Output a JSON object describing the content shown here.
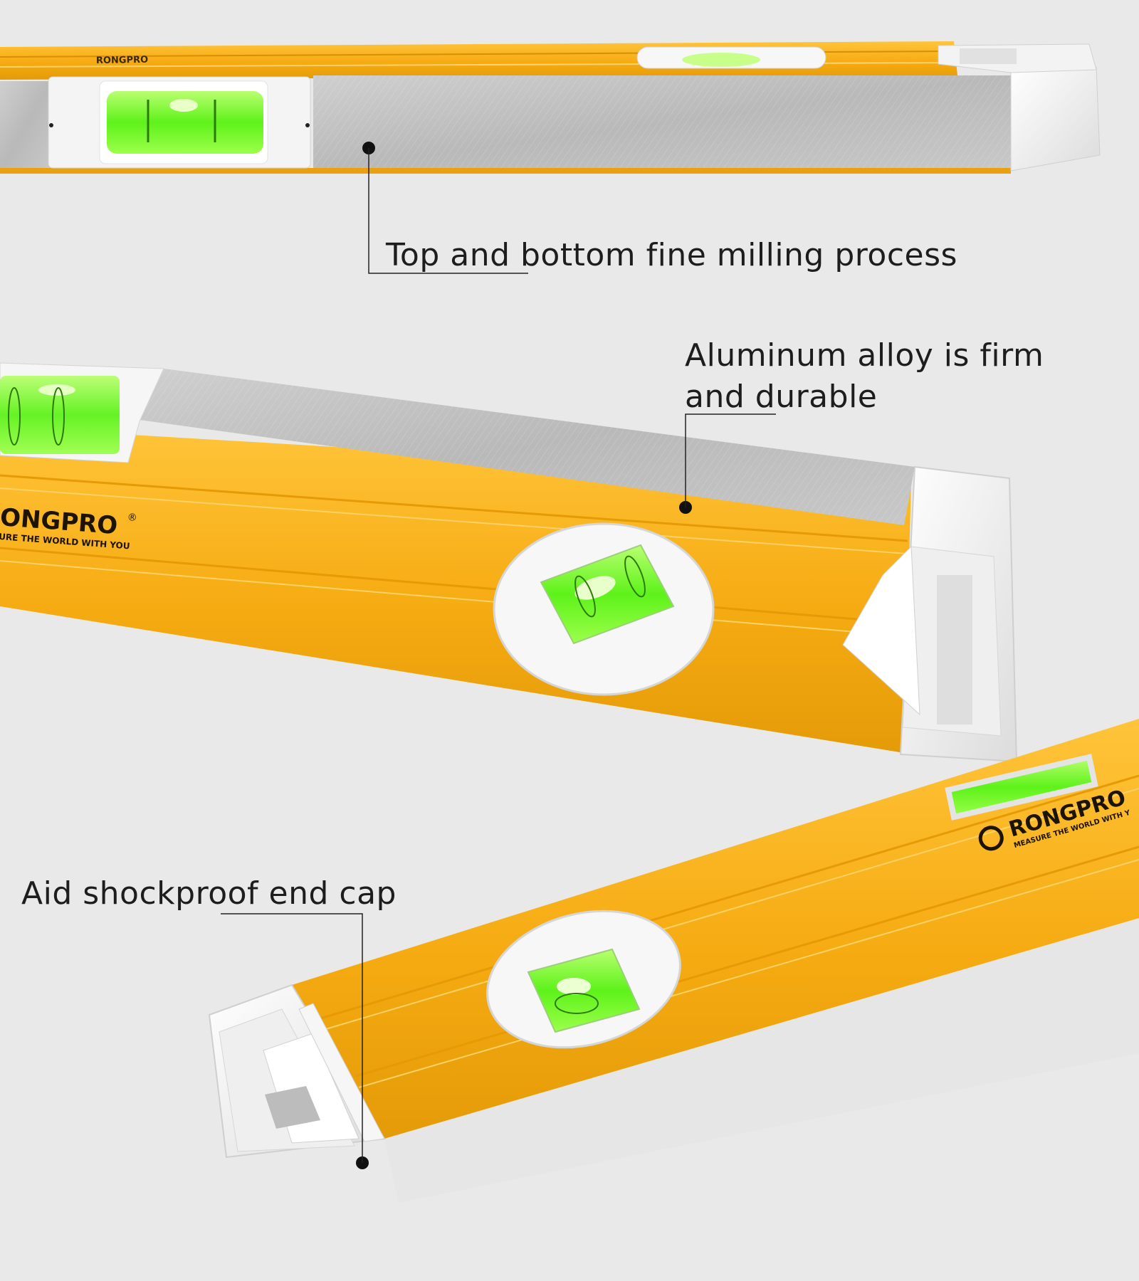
{
  "callouts": {
    "milling": "Top and bottom fine milling process",
    "aluminum_line1": "Aluminum alloy is firm",
    "aluminum_line2": "and durable",
    "end_cap": "Aid shockproof end cap"
  },
  "brand": {
    "name_partial": "ONGPRO",
    "name_full": "RONGPRO",
    "slogan_partial": "URE THE WORLD WITH YOU",
    "slogan_full": "MEASURE THE WORLD WITH Y",
    "registered_mark": "®"
  },
  "colors": {
    "background": "#e9e9e9",
    "level_body": "#f5ad16",
    "milled_face": "#bcbcbc",
    "end_cap": "#f1f1f1",
    "vial_liquid": "#7dff3a",
    "callout_text": "#1d1d1d"
  }
}
